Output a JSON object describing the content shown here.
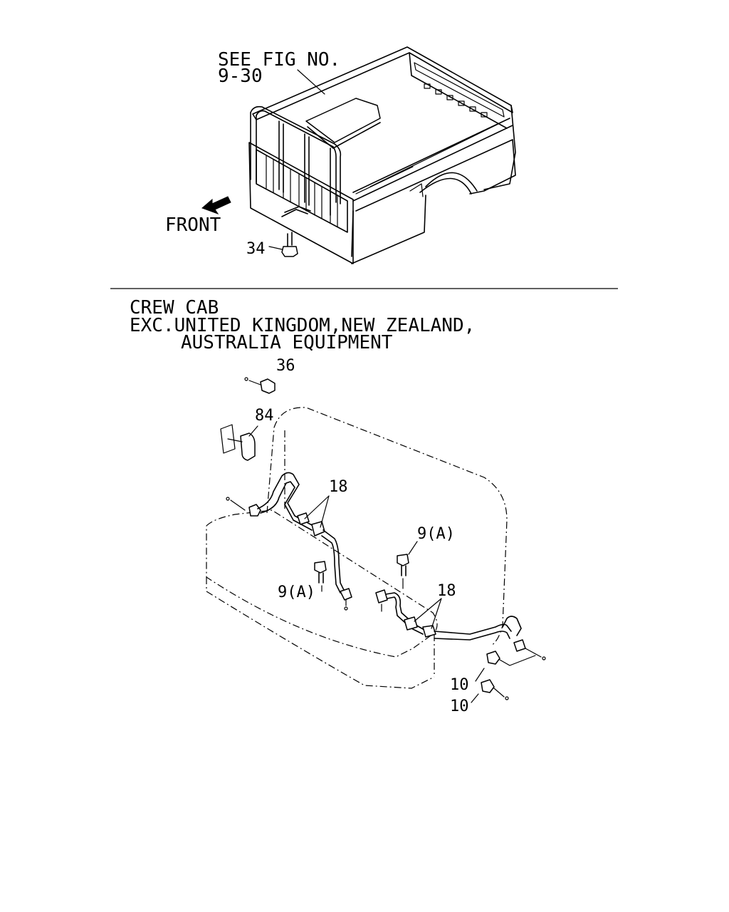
{
  "upper_figure": {
    "see_fig_line1": "SEE FIG NO.",
    "see_fig_line2": "9-30",
    "front_label": "FRONT",
    "part_34": "34"
  },
  "lower_figure": {
    "heading_line1": "CREW CAB",
    "heading_line2": "EXC.UNITED KINGDOM,NEW ZEALAND,",
    "heading_line3": "AUSTRALIA EQUIPMENT",
    "part_36": "36",
    "part_84": "84",
    "part_18_left": "18",
    "part_18_right": "18",
    "part_9a_upper": "9(A)",
    "part_9a_lower": "9(A)",
    "part_10_upper": "10",
    "part_10_lower": "10"
  }
}
